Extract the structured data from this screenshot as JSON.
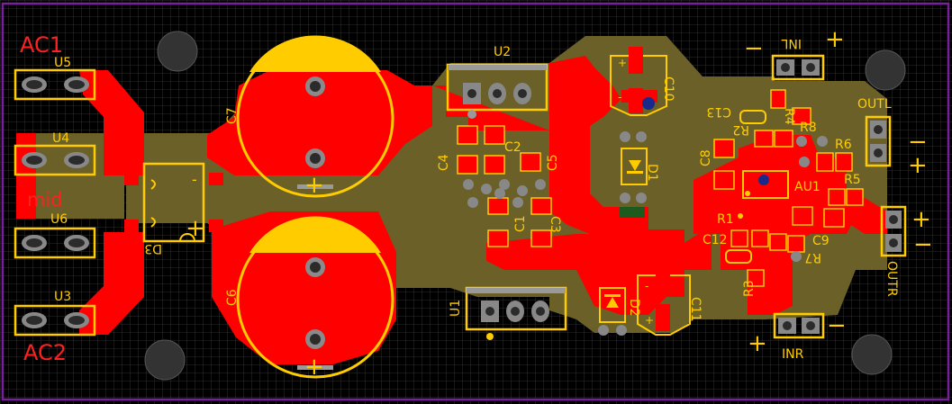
{
  "colors": {
    "background": "#000000",
    "grid": "#3a3a3a",
    "board_outline": "#7a1f9c",
    "copper": "#ff0000",
    "pour": "#6b6128",
    "silkscreen": "#ffcc00",
    "pad_gray": "#9a9a9a",
    "hole": "#2b2b2b",
    "mount_hole": "#333333",
    "via_blue": "#1a2a8a",
    "text_red": "#ff2020",
    "text_yellow": "#ffcc00"
  },
  "labels": {
    "ac1": "AC1",
    "ac2": "AC2",
    "mid": "mid",
    "u5": "U5",
    "u4": "U4",
    "u6": "U6",
    "u3": "U3",
    "d3": "D3",
    "c7": "C7",
    "c6": "C6",
    "u2": "U2",
    "u1": "U1",
    "c4": "C4",
    "c2": "C2",
    "c5": "C5",
    "c1": "C1",
    "c3": "C3",
    "c10": "C10",
    "c11": "C11",
    "d1": "D1",
    "d2": "D2",
    "c13": "C13",
    "r2": "R2",
    "r4": "R4",
    "r8": "R8",
    "r6": "R6",
    "r5": "R5",
    "c8": "C8",
    "au1": "AU1",
    "r1": "R1",
    "c12": "C12",
    "c9": "C9",
    "r7": "R7",
    "r3": "R3",
    "inl": "INL",
    "inr": "INR",
    "outl": "OUTL",
    "outr": "OUTR",
    "plus": "+",
    "minus": "−",
    "pin_minus": "-"
  }
}
